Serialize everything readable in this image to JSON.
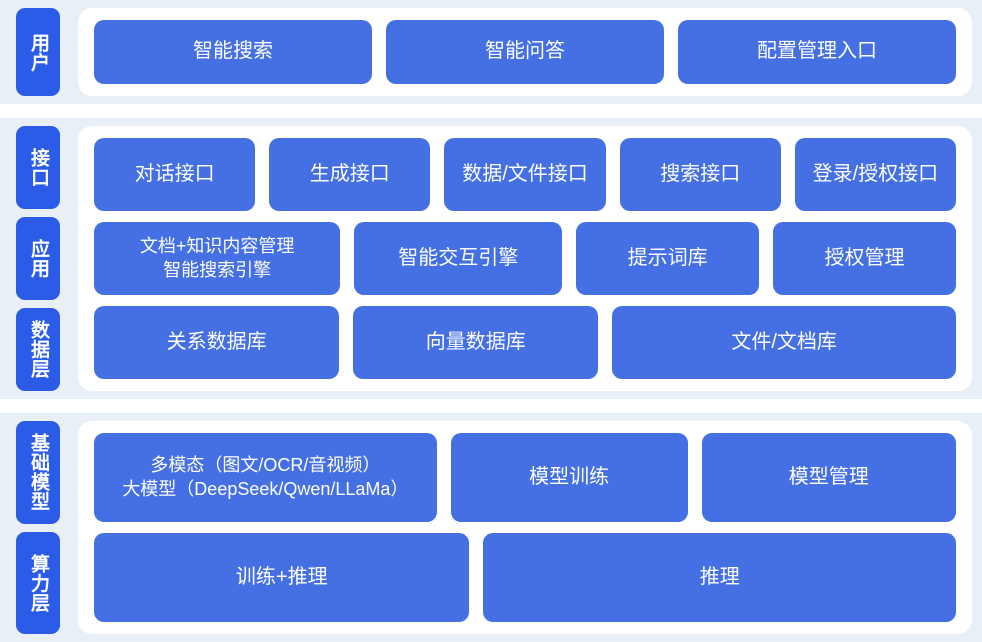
{
  "colors": {
    "background": "#e9eff7",
    "gap": "#ffffff",
    "card": "#ffffff",
    "tab_blue": "#2a5ce8",
    "box_blue": "#4470e3",
    "text_on_blue": "#ffffff"
  },
  "sections": [
    {
      "name": "user-section",
      "tabs": [
        "用户"
      ],
      "rows": [
        {
          "boxes": [
            {
              "label": "智能搜索",
              "grow": 1
            },
            {
              "label": "智能问答",
              "grow": 1
            },
            {
              "label": "配置管理入口",
              "grow": 1
            }
          ]
        }
      ]
    },
    {
      "name": "platform-section",
      "tabs": [
        "接口",
        "应用",
        "数据层"
      ],
      "rows": [
        {
          "boxes": [
            {
              "label": "对话接口",
              "grow": 1
            },
            {
              "label": "生成接口",
              "grow": 1
            },
            {
              "label": "数据/文件接口",
              "grow": 1
            },
            {
              "label": "搜索接口",
              "grow": 1
            },
            {
              "label": "登录/授权接口",
              "grow": 1
            }
          ]
        },
        {
          "boxes": [
            {
              "label": "文档+知识内容管理\n智能搜索引擎",
              "grow": 1.38,
              "small": true
            },
            {
              "label": "智能交互引擎",
              "grow": 1.15
            },
            {
              "label": "提示词库",
              "grow": 1
            },
            {
              "label": "授权管理",
              "grow": 1
            }
          ]
        },
        {
          "boxes": [
            {
              "label": "关系数据库",
              "grow": 1
            },
            {
              "label": "向量数据库",
              "grow": 1
            },
            {
              "label": "文件/文档库",
              "grow": 1.43
            }
          ]
        }
      ]
    },
    {
      "name": "model-section",
      "tabs": [
        "基础模型",
        "算力层"
      ],
      "rows": [
        {
          "boxes": [
            {
              "label": "多模态（图文/OCR/音视频）\n大模型（DeepSeek/Qwen/LLaMa）",
              "grow": 1.48,
              "small": true
            },
            {
              "label": "模型训练",
              "grow": 1
            },
            {
              "label": "模型管理",
              "grow": 1.08
            }
          ]
        },
        {
          "boxes": [
            {
              "label": "训练+推理",
              "grow": 1
            },
            {
              "label": "推理",
              "grow": 1.27
            }
          ]
        }
      ]
    }
  ]
}
